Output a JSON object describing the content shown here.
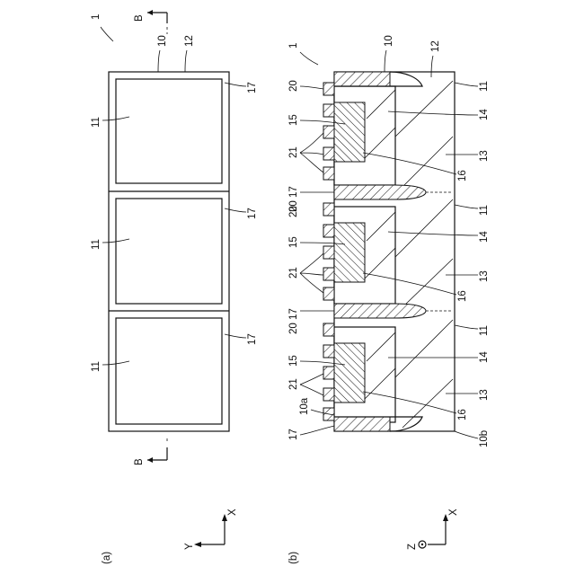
{
  "panel_a": {
    "label": "(a)",
    "device_ref": "1",
    "labels": {
      "ten": "10",
      "twelve": "12",
      "seventeen": "17",
      "eleven": "11",
      "section": "B"
    },
    "axes": {
      "x": "X",
      "y": "Y"
    }
  },
  "panel_b": {
    "label": "(b)",
    "device_ref": "1",
    "labels": {
      "ten": "10",
      "twelve": "12",
      "eleven": "11",
      "fourteen": "14",
      "thirteen": "13",
      "sixteen": "16",
      "fifteen": "15",
      "twenty": "20",
      "twentyone": "21",
      "seventeen": "17",
      "twenty_seventeen": "20 17",
      "ten_a": "10a",
      "ten_b": "10b"
    },
    "axes": {
      "x": "X",
      "z": "Z"
    }
  }
}
